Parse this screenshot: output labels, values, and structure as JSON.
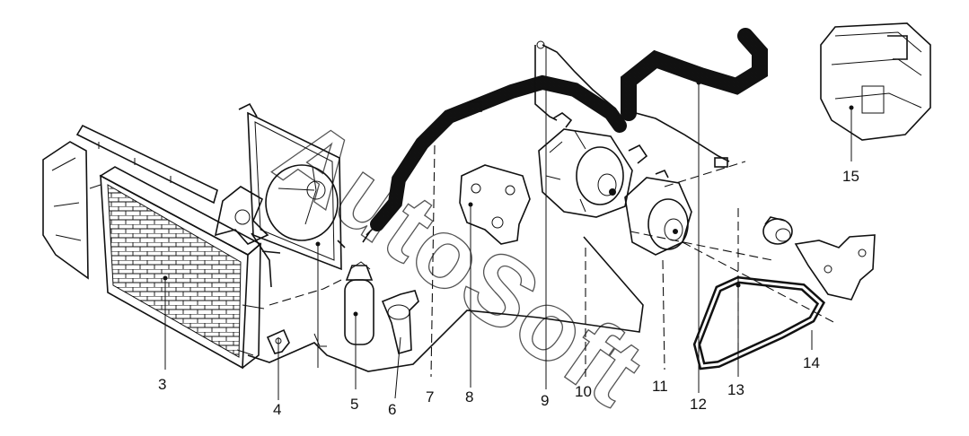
{
  "diagram": {
    "watermark": "AutoSoft",
    "callouts": [
      {
        "id": "3",
        "label": "3"
      },
      {
        "id": "4",
        "label": "4"
      },
      {
        "id": "5",
        "label": "5"
      },
      {
        "id": "6",
        "label": "6"
      },
      {
        "id": "7",
        "label": "7"
      },
      {
        "id": "8",
        "label": "8"
      },
      {
        "id": "9",
        "label": "9"
      },
      {
        "id": "10",
        "label": "10"
      },
      {
        "id": "11",
        "label": "11"
      },
      {
        "id": "12",
        "label": "12"
      },
      {
        "id": "13",
        "label": "13"
      },
      {
        "id": "14",
        "label": "14"
      },
      {
        "id": "15",
        "label": "15"
      }
    ]
  }
}
